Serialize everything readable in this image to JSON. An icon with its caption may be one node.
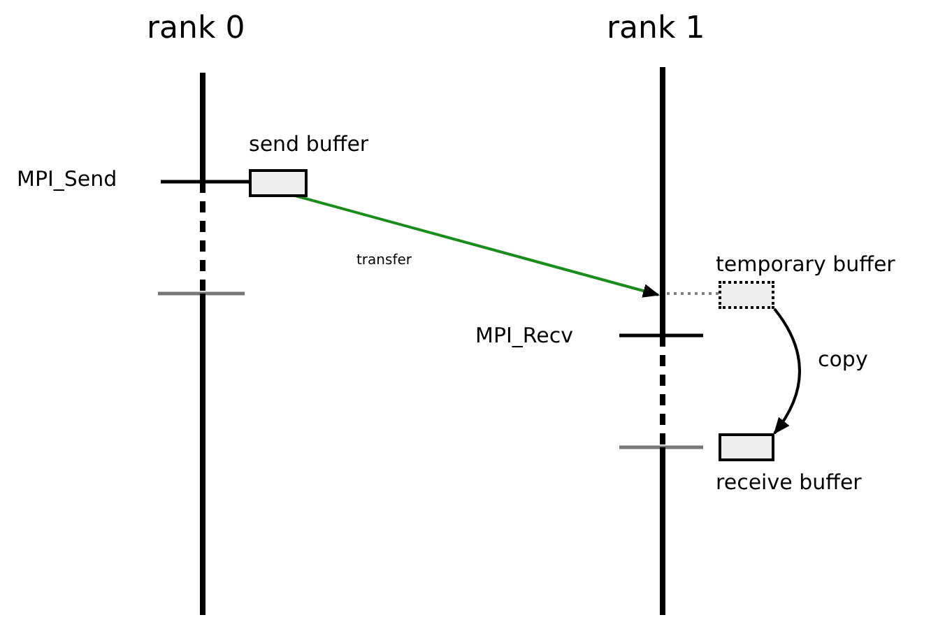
{
  "diagram": {
    "nodes": [
      {
        "text": [],
        "shape": "bar"
      },
      {
        "text": [],
        "shape": "bar"
      },
      {
        "text": [
          "send buffer"
        ]
      },
      {
        "text": [
          "temporary buffer"
        ]
      },
      {
        "text": [
          "receive buffer"
        ]
      }
    ],
    "edges": [
      {
        "from": 2,
        "to": 1,
        "label": "transfer",
        "arrow": "to",
        "color": "#1a8c1a"
      },
      {
        "from": 1,
        "to": 3,
        "arrow": "none",
        "style": "dashed",
        "color": "#808080"
      },
      {
        "from": 3,
        "to": 4,
        "label": "copy",
        "arrow": "to",
        "color": "#000000"
      }
    ],
    "labels": [
      "rank 0",
      "rank 1",
      "MPI_Send",
      "MPI_Recv"
    ]
  }
}
